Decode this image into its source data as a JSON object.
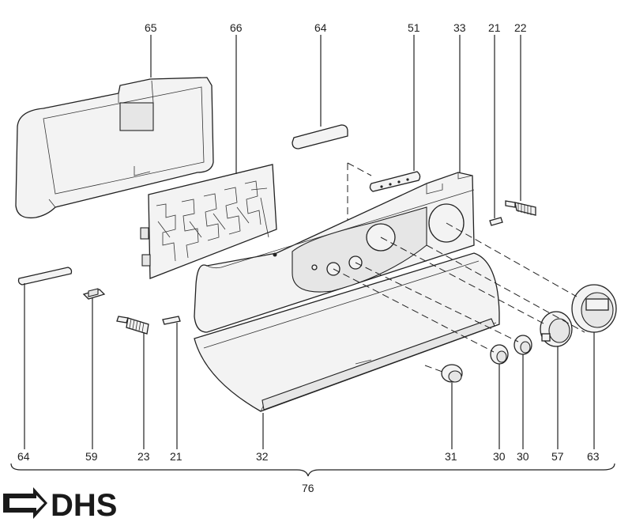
{
  "callouts": {
    "c65": "65",
    "c66": "66",
    "c64_top": "64",
    "c51": "51",
    "c33": "33",
    "c21_top": "21",
    "c22": "22",
    "c64_bottom": "64",
    "c59": "59",
    "c23": "23",
    "c21_bottom": "21",
    "c32": "32",
    "c31": "31",
    "c30_a": "30",
    "c30_b": "30",
    "c57": "57",
    "c63": "63",
    "c76": "76"
  },
  "logo": {
    "text": "DHS",
    "icon": "dhs-arrow-logo-icon"
  },
  "colors": {
    "line": "#222222",
    "background": "#ffffff"
  }
}
